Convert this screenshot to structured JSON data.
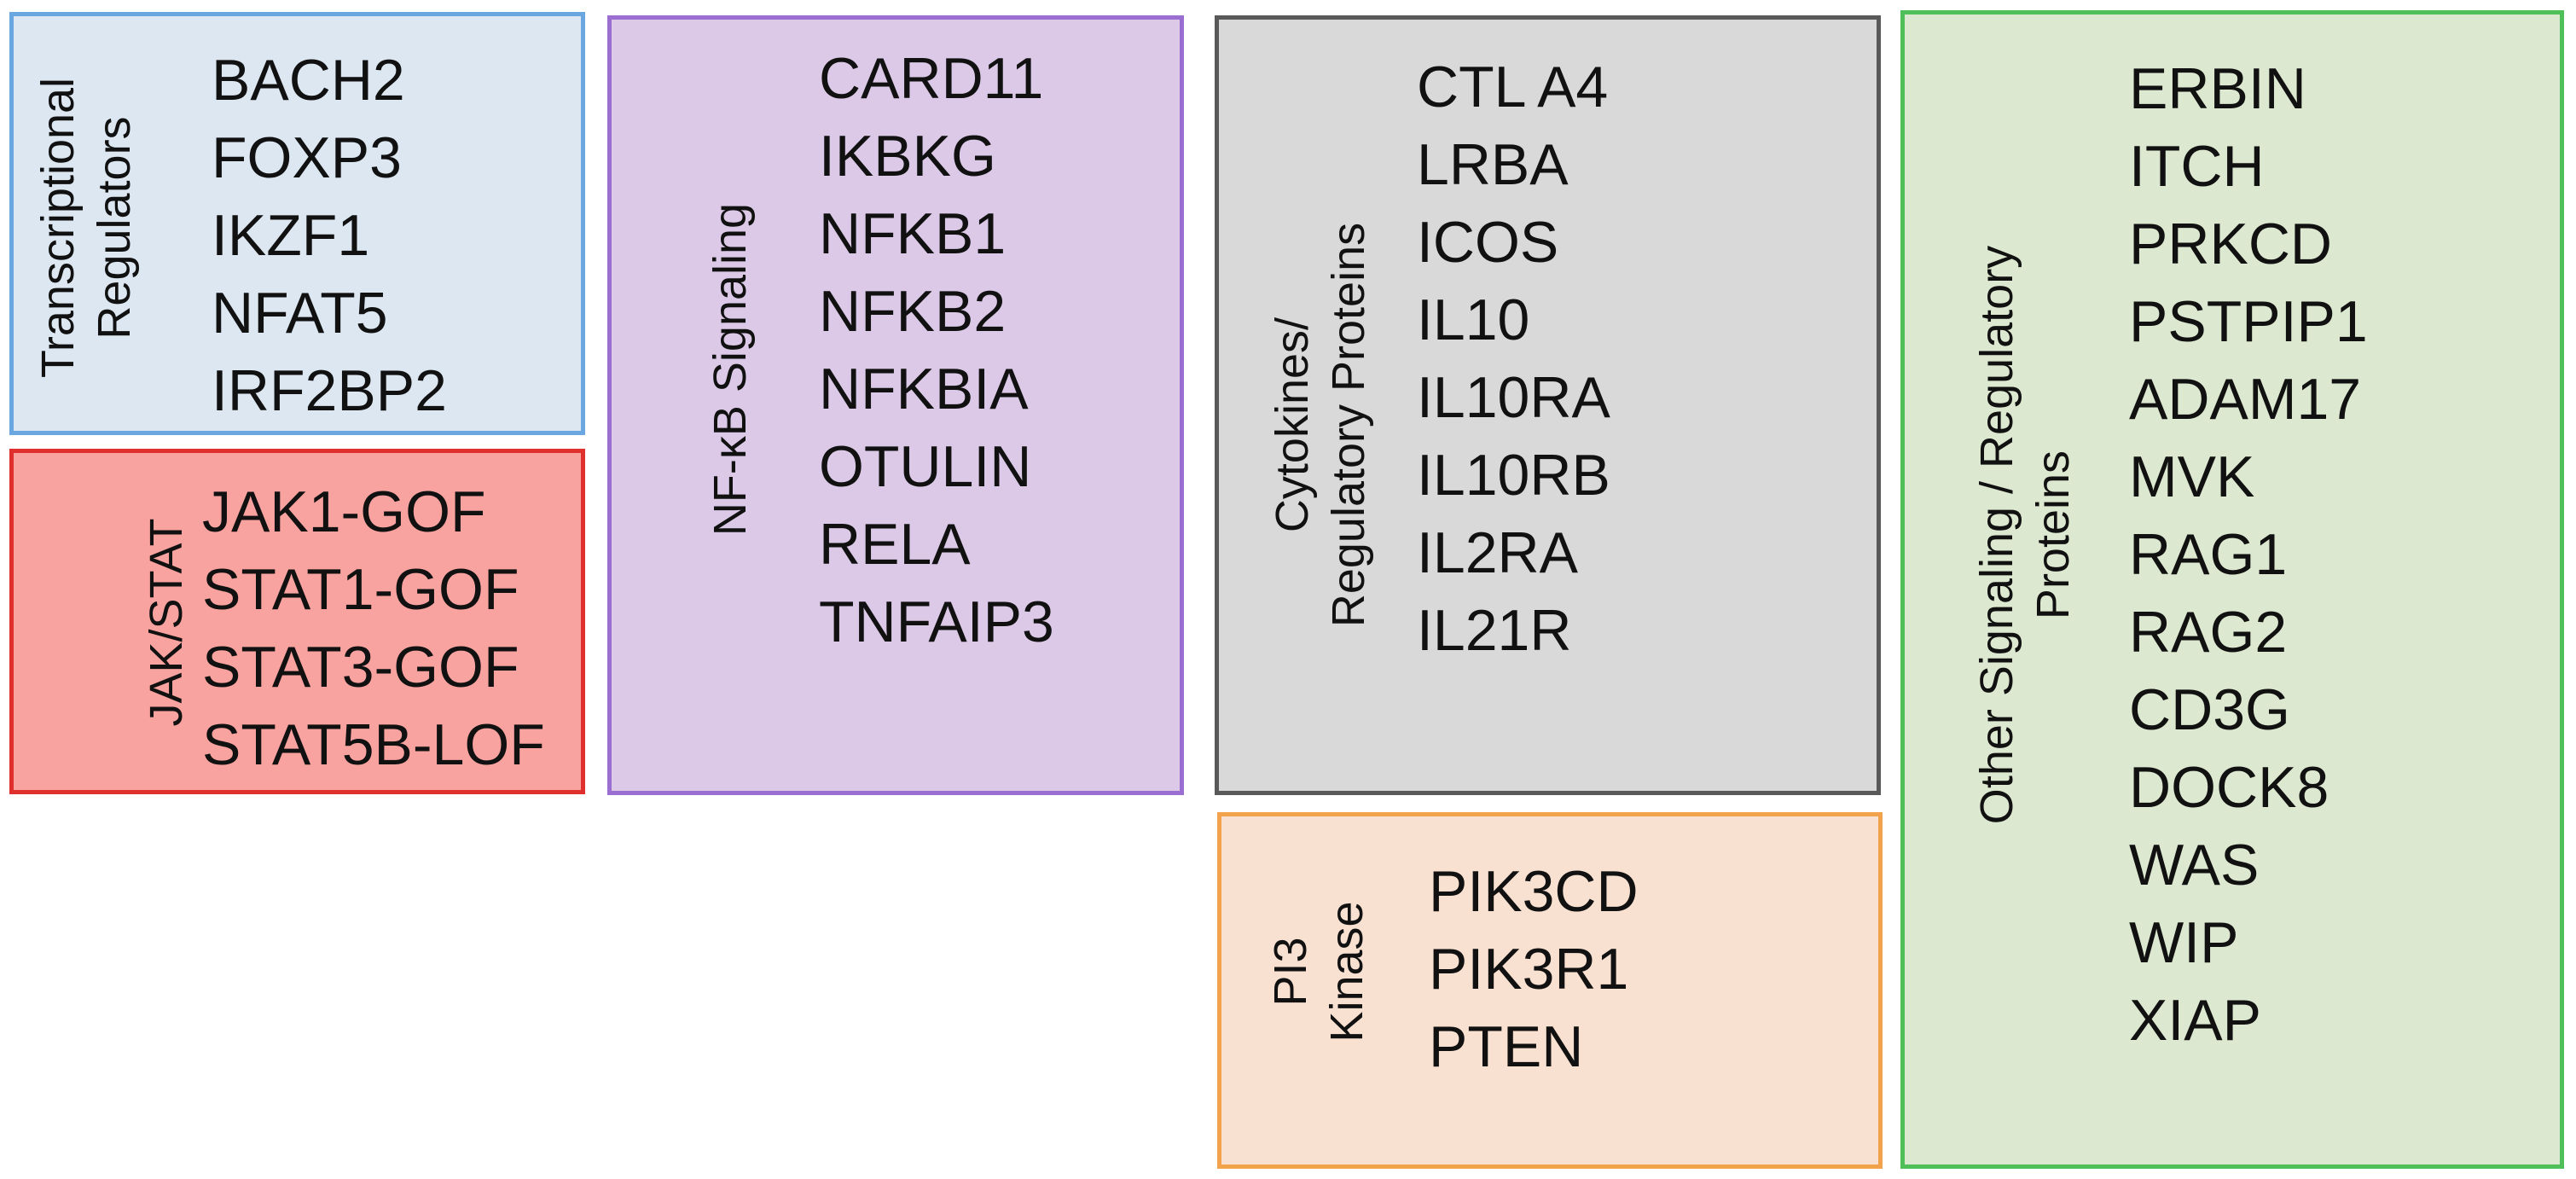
{
  "colors": {
    "transcriptional_border": "#6aa6e0",
    "transcriptional_fill": "#dce7f2",
    "jakstat_border": "#e0302e",
    "jakstat_fill": "#f9a3a0",
    "nfkb_border": "#9b6fd1",
    "nfkb_fill": "#dcc9e7",
    "cytokines_border": "#595959",
    "cytokines_fill": "#d9d9d9",
    "pi3k_border": "#f2a24a",
    "pi3k_fill": "#f9e1d2",
    "other_border": "#4fbf5a",
    "other_fill": "#dce8cf"
  },
  "groups": [
    {
      "label_lines": [
        "Transcriptional",
        "Regulators"
      ],
      "genes": [
        "BACH2",
        "FOXP3",
        "IKZF1",
        "NFAT5",
        "IRF2BP2"
      ]
    },
    {
      "label_lines": [
        "JAK/STAT"
      ],
      "genes": [
        "JAK1-GOF",
        "STAT1-GOF",
        "STAT3-GOF",
        "STAT5B-LOF"
      ]
    },
    {
      "label_lines": [
        "NF-κB Signaling"
      ],
      "genes": [
        "CARD11",
        "IKBKG",
        "NFKB1",
        "NFKB2",
        "NFKBIA",
        "OTULIN",
        "RELA",
        "TNFAIP3"
      ]
    },
    {
      "label_lines": [
        "Cytokines/",
        "Regulatory Proteins"
      ],
      "genes": [
        "CTL A4",
        "LRBA",
        "ICOS",
        "IL10",
        "IL10RA",
        "IL10RB",
        "IL2RA",
        "IL21R"
      ]
    },
    {
      "label_lines": [
        "PI3",
        "Kinase"
      ],
      "genes": [
        "PIK3CD",
        "PIK3R1",
        "PTEN"
      ]
    },
    {
      "label_lines": [
        "Other Signaling / Regulatory",
        "Proteins"
      ],
      "genes": [
        "ERBIN",
        "ITCH",
        "PRKCD",
        "PSTPIP1",
        "ADAM17",
        "MVK",
        "RAG1",
        "RAG2",
        "CD3G",
        "DOCK8",
        "WAS",
        "WIP",
        "XIAP"
      ]
    }
  ]
}
